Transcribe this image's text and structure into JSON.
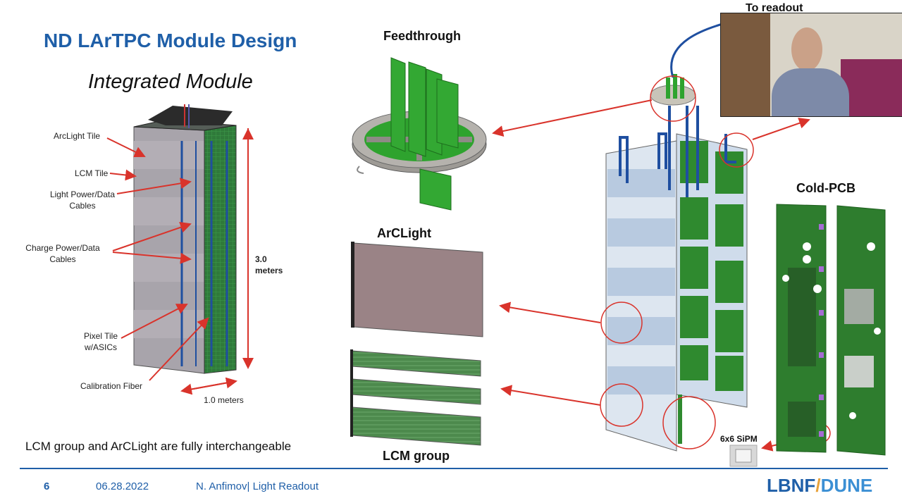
{
  "slide": {
    "title": "ND LArTPC Module Design",
    "subtitle": "Integrated Module",
    "labels": {
      "arclight_tile": "ArcLight Tile",
      "lcm_tile": "LCM Tile",
      "light_cables_1": "Light Power/Data",
      "light_cables_2": "Cables",
      "charge_cables_1": "Charge Power/Data",
      "charge_cables_2": "Cables",
      "height_1": "3.0",
      "height_2": "meters",
      "pixel_tile_1": "Pixel Tile",
      "pixel_tile_2": "w/ASICs",
      "calibration_fiber": "Calibration Fiber",
      "width": "1.0 meters"
    },
    "headings": {
      "feedthrough": "Feedthrough",
      "arclight": "ArCLight",
      "lcm_group": "LCM group",
      "cold_pcb": "Cold-PCB",
      "to_readout": "To readout",
      "sipm": "6x6 SiPM"
    },
    "note": "LCM group and ArCLight are fully interchangeable"
  },
  "footer": {
    "page_number": "6",
    "date": "06.28.2022",
    "author": "N. Anfimov| Light Readout",
    "logo_left": "LBNF",
    "logo_slash": "/",
    "logo_right": "DUNE"
  },
  "colors": {
    "title_blue": "#1f5fa8",
    "arrow_red": "#d9332b",
    "pcb_green": "#2e7d2e",
    "module_gray": "#9c9aa0"
  }
}
